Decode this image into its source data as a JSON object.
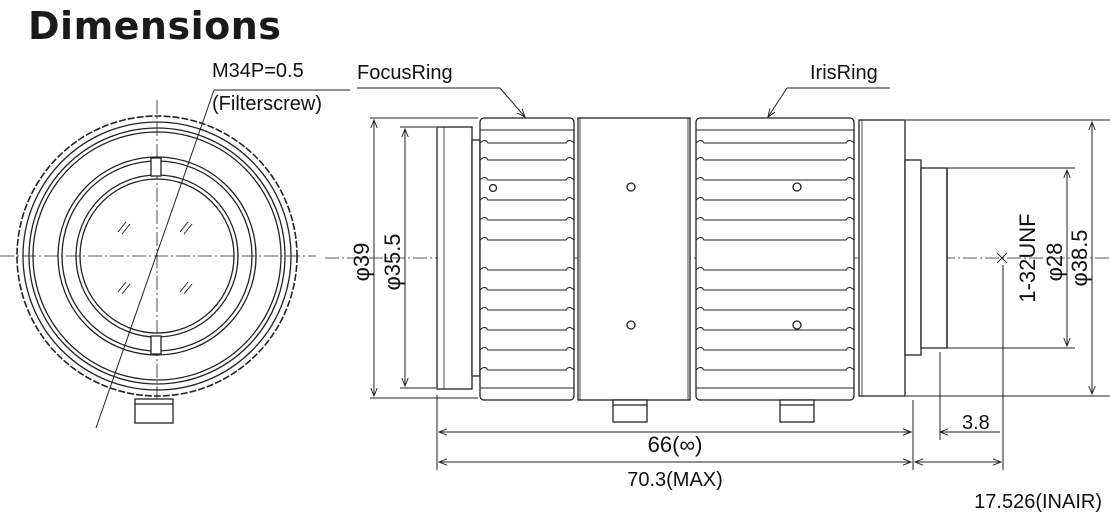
{
  "title": "Dimensions",
  "labels": {
    "filter_thread": "M34P=0.5",
    "filter_screw": "(Filterscrew)",
    "focus_ring": "FocusRing",
    "iris_ring": "IrisRing",
    "dia_39": "φ39",
    "dia_35_5": "φ35.5",
    "mount_thread": "1-32UNF",
    "dia_28": "φ28",
    "dia_38_5": "φ38.5",
    "len_66": "66(∞)",
    "len_70_3": "70.3(MAX)",
    "len_3_8": "3.8",
    "flange_back": "17.526(INAIR)"
  },
  "colors": {
    "line": "#222222",
    "background": "#ffffff"
  }
}
